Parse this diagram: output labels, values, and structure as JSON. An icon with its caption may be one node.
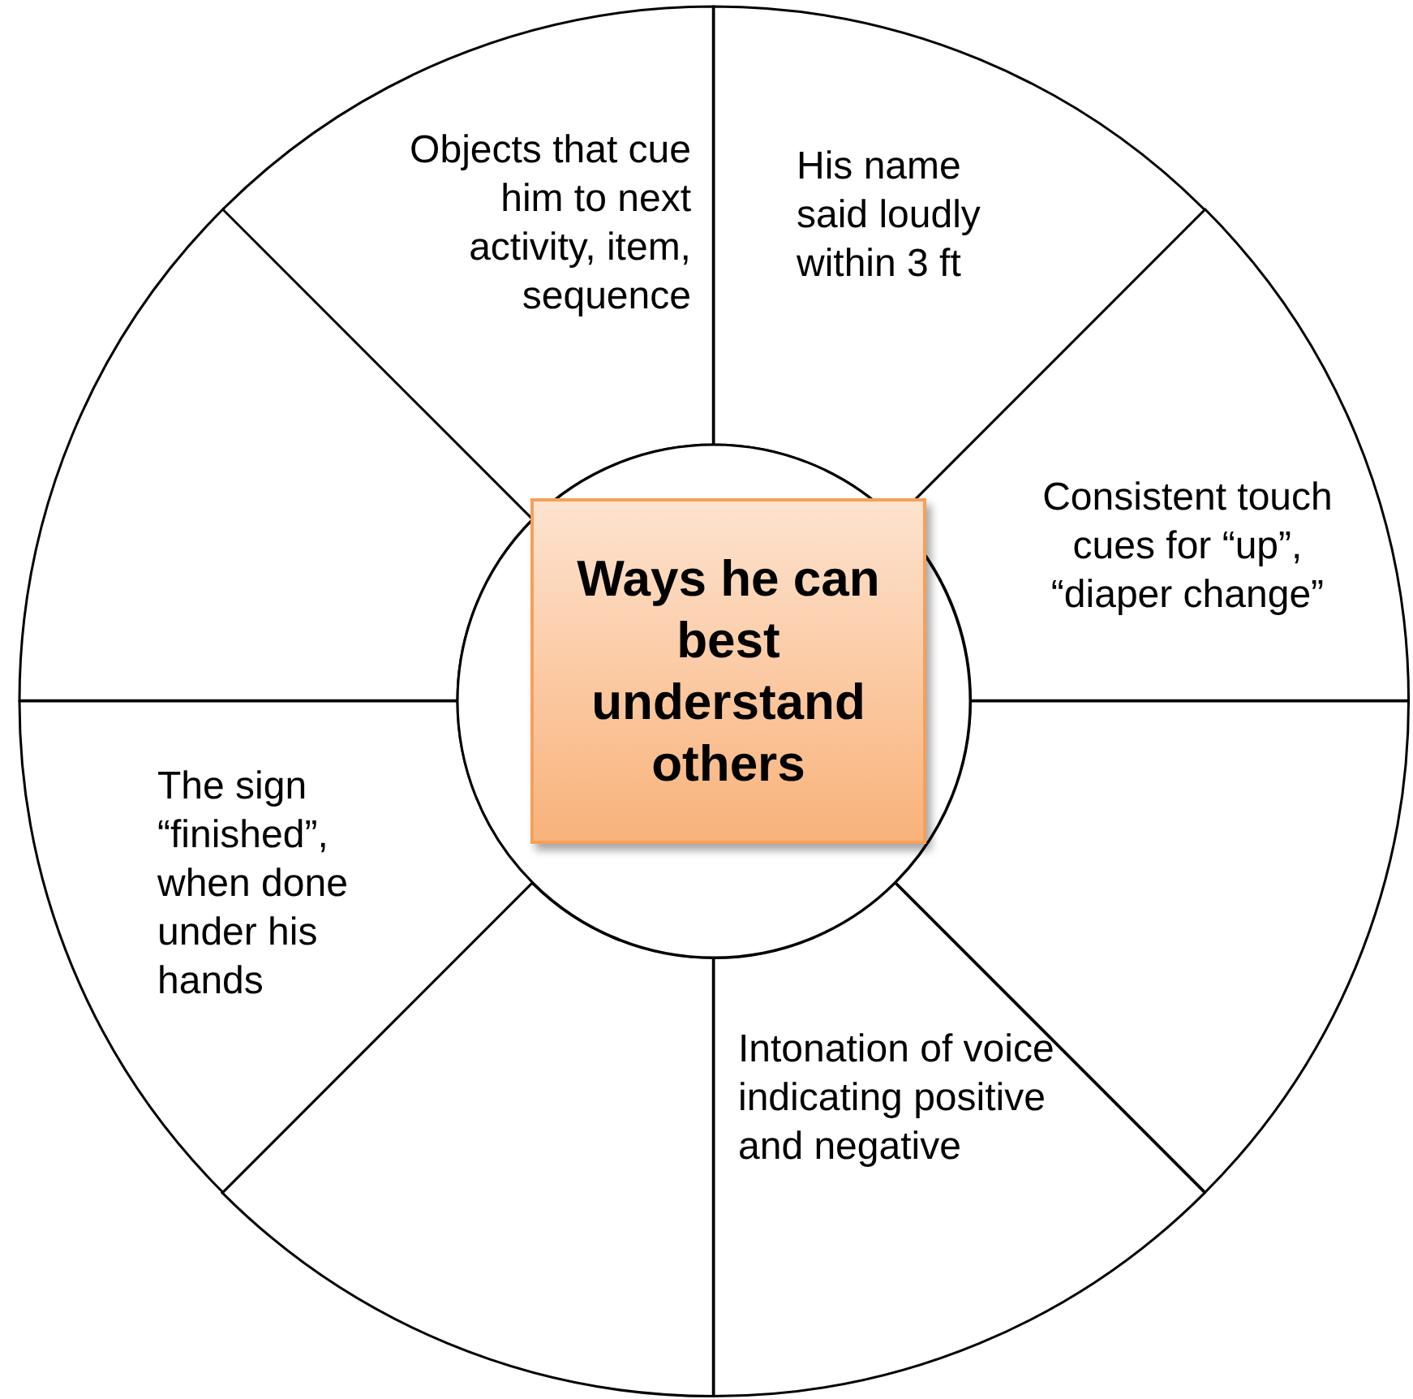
{
  "diagram": {
    "nodes": [
      {
        "text": [
          "Objects that cue him to next activity, item, sequence"
        ]
      },
      {
        "text": [
          "His name said loudly within 3 ft"
        ]
      },
      {
        "text": [
          "Consistent touch cues for “up”, “diaper change”"
        ]
      },
      {
        "text": [],
        "shape": "wedge"
      },
      {
        "text": [
          "Intonation of voice indicating positive and negative"
        ]
      },
      {
        "text": [],
        "shape": "wedge"
      },
      {
        "text": [
          "The sign “finished”, when done under his hands"
        ]
      },
      {
        "text": [],
        "shape": "wedge"
      },
      {
        "text": [],
        "shape": "circle"
      },
      {
        "text": [
          "Ways he can best understand others"
        ],
        "in": 8
      }
    ]
  }
}
